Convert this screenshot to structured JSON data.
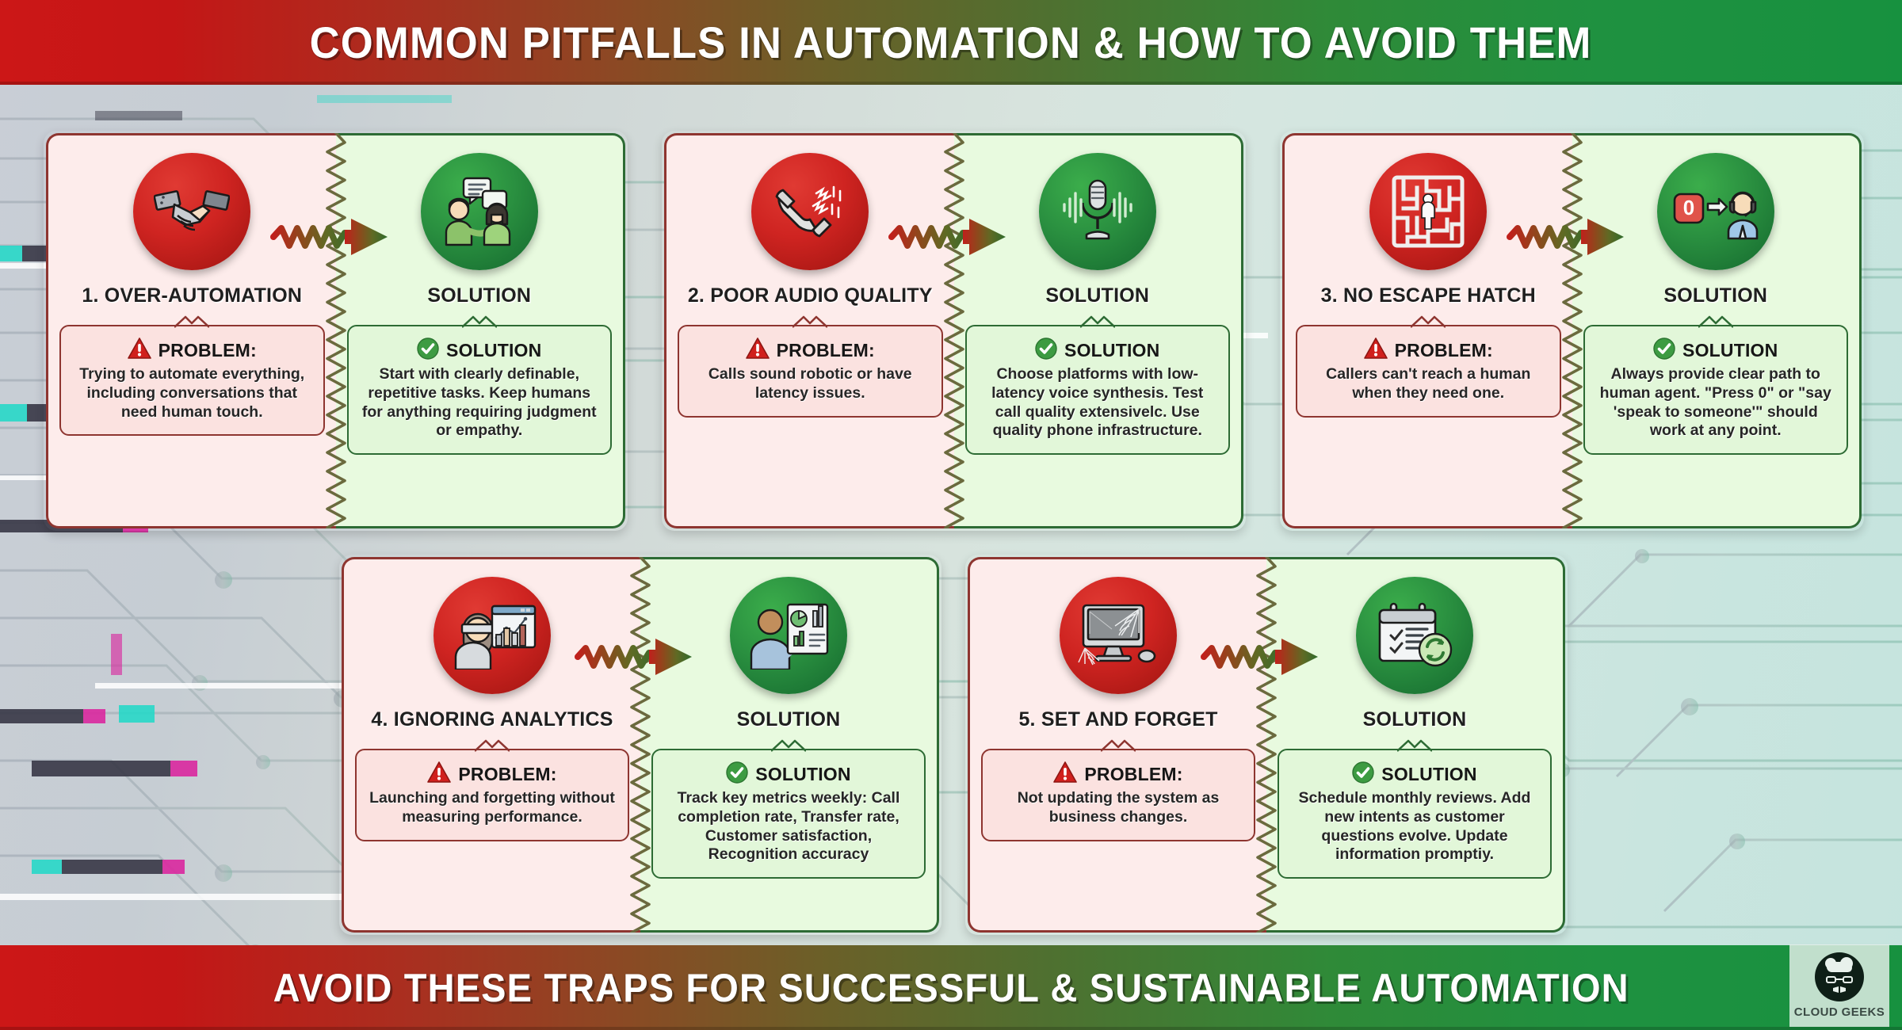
{
  "header": {
    "title": "COMMON PITFALLS IN AUTOMATION & HOW TO AVOID THEM"
  },
  "footer": {
    "text": "AVOID THESE TRAPS FOR SUCCESSFUL & SUSTAINABLE AUTOMATION",
    "logo_text": "CLOUD GEEKS"
  },
  "labels": {
    "solution_heading": "SOLUTION",
    "problem_label": "PROBLEM:",
    "solution_label": "SOLUTION"
  },
  "colors": {
    "red": "#cf2421",
    "green": "#2a9040",
    "problem_bg": "#fdeceb",
    "solution_bg": "#e8fadf",
    "problem_border": "#8e3530",
    "solution_border": "#2d6b34",
    "header_gradient_start": "#cc1717",
    "header_gradient_end": "#17913f",
    "zigzag": "#6b6a3e"
  },
  "cards": [
    {
      "number": "1",
      "title": "1. OVER-AUTOMATION",
      "problem_icon": "robot-human-handshake-icon",
      "solution_icon": "two-people-talking-icon",
      "problem_label": "PROBLEM:",
      "problem_text": "Trying to automate everything, including conversations that need human touch.",
      "solution_heading": "SOLUTION",
      "solution_label": "SOLUTION",
      "solution_text": "Start with clearly definable, repetitive tasks. Keep humans for anything requiring judgment or empathy."
    },
    {
      "number": "2",
      "title": "2. POOR AUDIO QUALITY",
      "problem_icon": "phone-handset-noise-icon",
      "solution_icon": "microphone-waveform-icon",
      "problem_label": "PROBLEM:",
      "problem_text": "Calls sound robotic or have latency issues.",
      "solution_heading": "SOLUTION",
      "solution_label": "SOLUTION",
      "solution_text": "Choose platforms with low-latency voice synthesis. Test call quality extensivelc. Use quality phone infrastructure."
    },
    {
      "number": "3",
      "title": "3. NO ESCAPE HATCH",
      "problem_icon": "person-in-maze-icon",
      "solution_icon": "press-zero-to-agent-icon",
      "problem_label": "PROBLEM:",
      "problem_text": "Callers can't reach a human when they need one.",
      "solution_heading": "SOLUTION",
      "solution_label": "SOLUTION",
      "solution_text": "Always provide clear path to human agent. \"Press 0\" or \"say 'speak to someone'\" should work at any point."
    },
    {
      "number": "4",
      "title": "4. IGNORING ANALYTICS",
      "problem_icon": "blindfolded-person-chart-icon",
      "solution_icon": "person-reviewing-report-icon",
      "problem_label": "PROBLEM:",
      "problem_text": "Launching and forgetting without measuring performance.",
      "solution_heading": "SOLUTION",
      "solution_label": "SOLUTION",
      "solution_text": "Track key metrics weekly: Call completion rate, Transfer rate, Customer satisfaction, Recognition accuracy"
    },
    {
      "number": "5",
      "title": "5. SET AND FORGET",
      "problem_icon": "dusty-monitor-cobweb-icon",
      "solution_icon": "calendar-checklist-refresh-icon",
      "problem_label": "PROBLEM:",
      "problem_text": "Not updating the system as business changes.",
      "solution_heading": "SOLUTION",
      "solution_label": "SOLUTION",
      "solution_text": "Schedule monthly reviews. Add new intents as customer questions evolve. Update information promptiy."
    }
  ]
}
